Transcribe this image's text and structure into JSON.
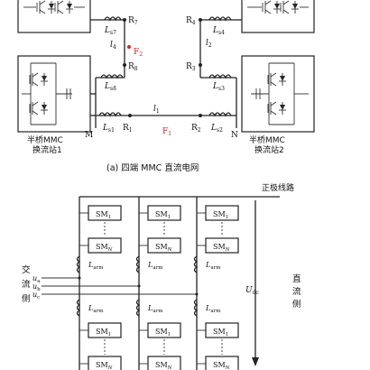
{
  "top_diagram": {
    "station1_label_line1": "半桥MMC",
    "station1_label_line2": "换流站1",
    "station2_label_line1": "半桥MMC",
    "station2_label_line2": "换流站2",
    "node_M": "M",
    "node_N": "N",
    "R1": "R",
    "R1_sub": "1",
    "R2": "R",
    "R2_sub": "2",
    "R3": "R",
    "R3_sub": "3",
    "R4": "R",
    "R4_sub": "4",
    "R7": "R",
    "R7_sub": "7",
    "R8": "R",
    "R8_sub": "8",
    "Ls1": "L",
    "Ls1_sub": "s1",
    "Ls2": "L",
    "Ls2_sub": "s2",
    "Ls3": "L",
    "Ls3_sub": "s3",
    "Ls4": "L",
    "Ls4_sub": "s4",
    "Ls7": "L",
    "Ls7_sub": "s7",
    "Ls8": "L",
    "Ls8_sub": "s8",
    "l1": "l",
    "l1_sub": "1",
    "l2": "l",
    "l2_sub": "2",
    "l4": "l",
    "l4_sub": "4",
    "F1": "F",
    "F1_sub": "1",
    "F2": "F",
    "F2_sub": "2",
    "caption": "(a)  四端 MMC 直流电网"
  },
  "bottom_diagram": {
    "pos_line_label": "正极线路",
    "sm_first": "SM",
    "sm_first_sub": "1",
    "sm_last": "SM",
    "sm_last_sub": "N",
    "arm_inductor": "L",
    "arm_inductor_sub": "arm",
    "udc": "U",
    "udc_sub": "dc",
    "ac_side": [
      "交",
      "流",
      "侧"
    ],
    "dc_side": [
      "直",
      "流",
      "侧"
    ],
    "phase_a": "u",
    "phase_a_sub": "a",
    "phase_b": "u",
    "phase_b_sub": "b",
    "phase_c": "u",
    "phase_c_sub": "c"
  },
  "colors": {
    "fault_red": "#d92020",
    "line": "#222222"
  }
}
